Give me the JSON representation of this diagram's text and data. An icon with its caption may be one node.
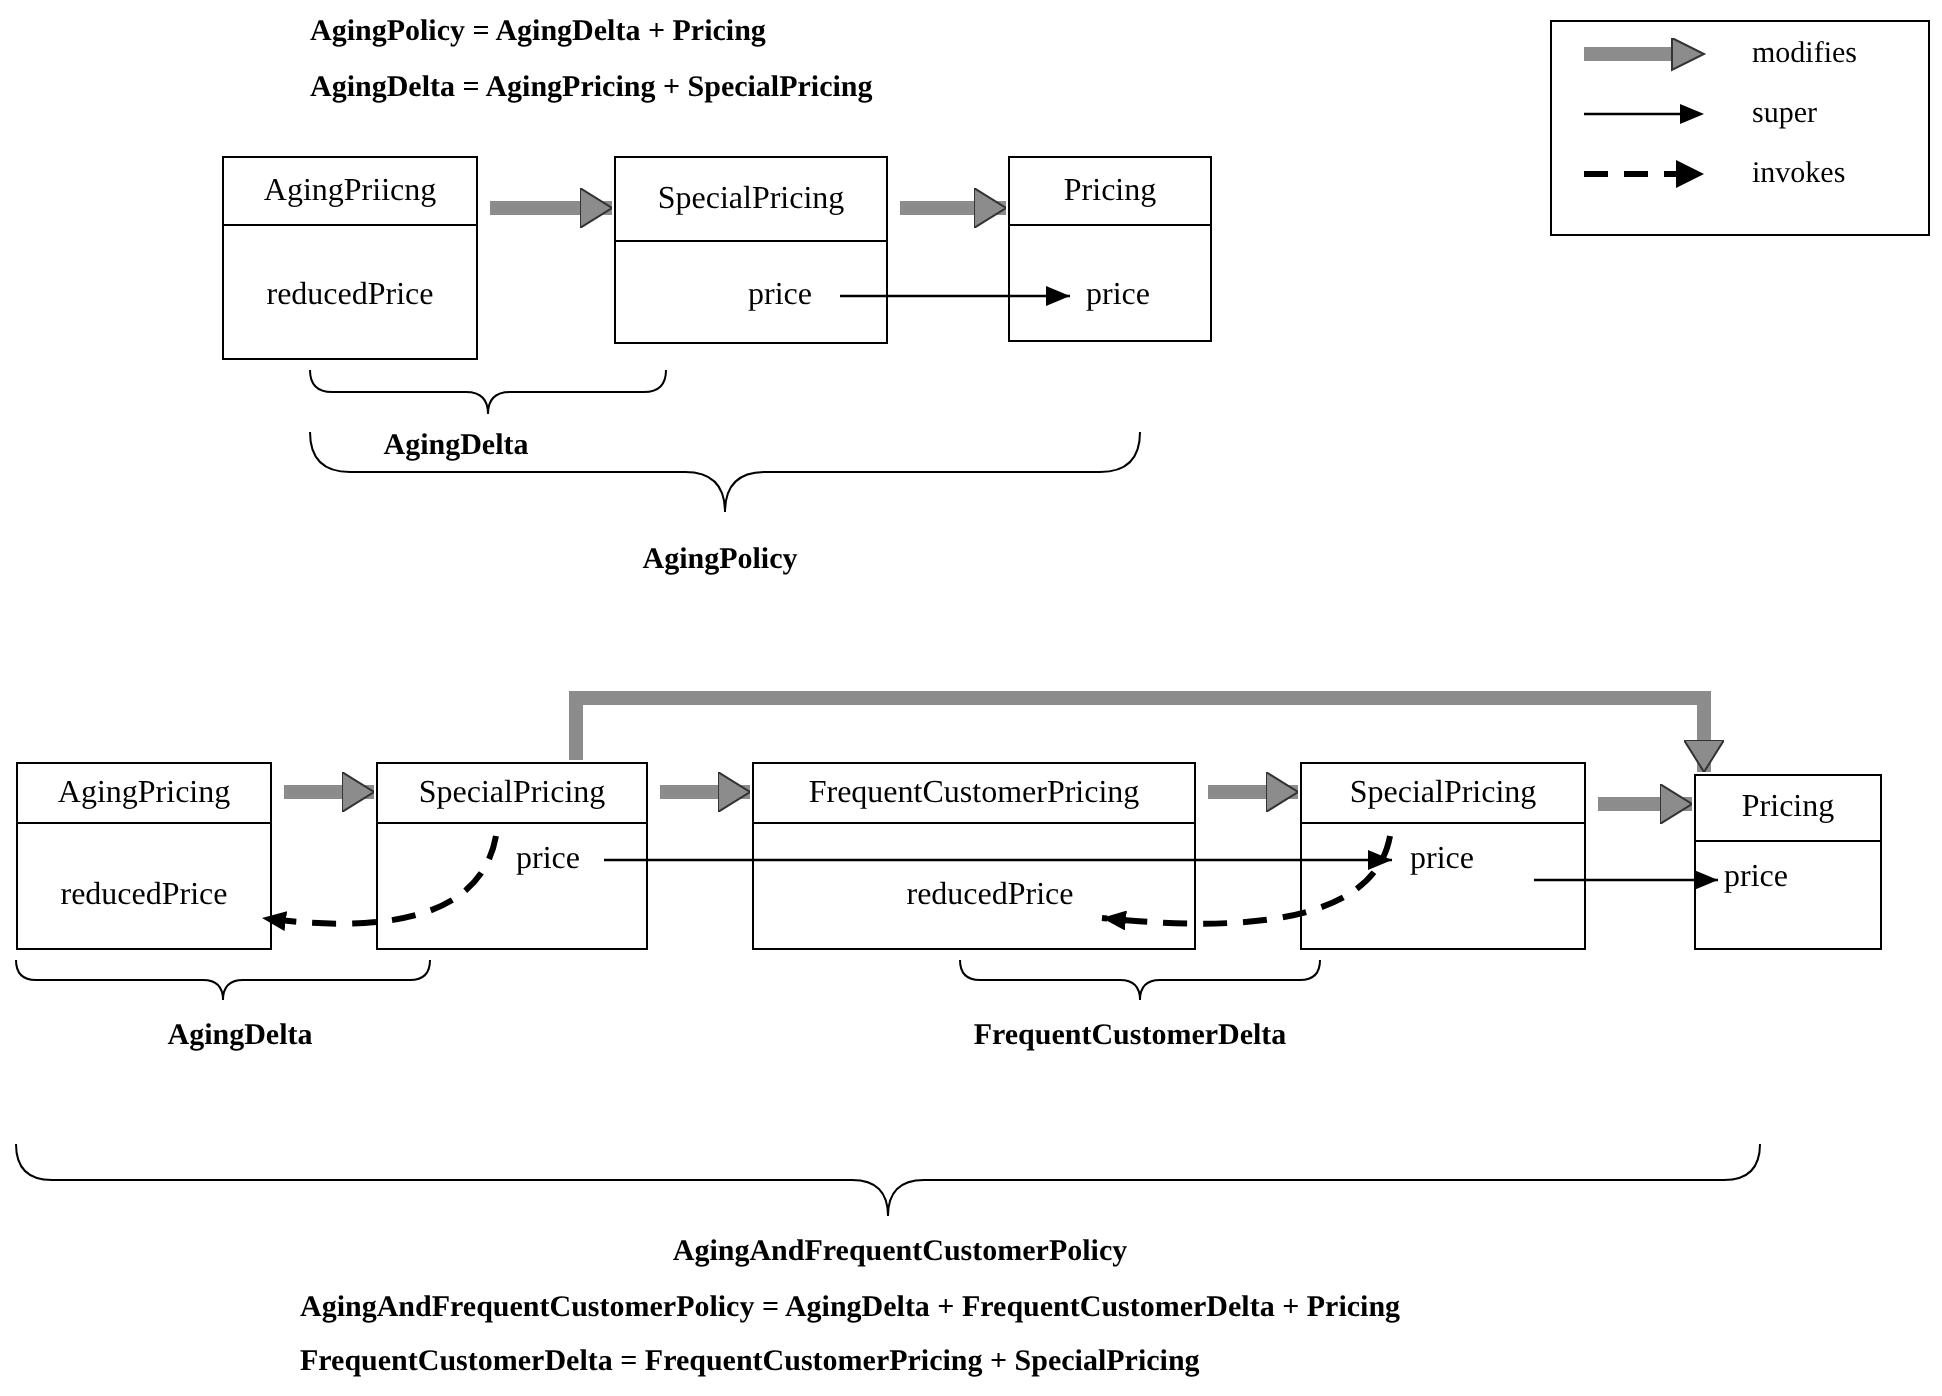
{
  "diagram": {
    "nodes": [
      {
        "text": [
          "AgingPriicng"
        ]
      },
      {
        "text": [
          "reducedPrice"
        ],
        "in": 0
      },
      {
        "text": [
          "SpecialPricing"
        ]
      },
      {
        "text": [
          "price"
        ],
        "in": 2
      },
      {
        "text": [
          "Pricing"
        ]
      },
      {
        "text": [
          "price"
        ],
        "in": 4
      },
      {
        "text": [
          "AgingPricing"
        ]
      },
      {
        "text": [
          "reducedPrice"
        ],
        "in": 6
      },
      {
        "text": [
          "SpecialPricing"
        ]
      },
      {
        "text": [
          "price"
        ],
        "in": 8
      },
      {
        "text": [
          "FrequentCustomerPricing"
        ]
      },
      {
        "text": [
          "reducedPrice"
        ],
        "in": 10
      },
      {
        "text": [
          "SpecialPricing"
        ]
      },
      {
        "text": [
          "price"
        ],
        "in": 12
      },
      {
        "text": [
          "Pricing"
        ]
      },
      {
        "text": [
          "price"
        ],
        "in": 14
      }
    ],
    "edges": [
      {
        "from": 0,
        "to": 2,
        "arrow": "to"
      },
      {
        "from": 2,
        "to": 4,
        "arrow": "to"
      },
      {
        "from": 3,
        "to": 5,
        "arrow": "to",
        "color": "#000000"
      },
      {
        "from": 6,
        "to": 8,
        "arrow": "to"
      },
      {
        "from": 8,
        "to": 10,
        "arrow": "to"
      },
      {
        "from": 10,
        "to": 12,
        "arrow": "to"
      },
      {
        "from": 12,
        "to": 14,
        "arrow": "to"
      },
      {
        "from": 8,
        "to": 14,
        "arrow": "to"
      },
      {
        "from": 9,
        "to": 13,
        "arrow": "to",
        "color": "#000000"
      },
      {
        "from": 13,
        "to": 15,
        "arrow": "to",
        "color": "#000000"
      },
      {
        "from": 9,
        "to": 7,
        "arrow": "to",
        "style": "dashed",
        "color": "#000000"
      },
      {
        "from": 13,
        "to": 11,
        "arrow": "to",
        "style": "dashed",
        "color": "#000000"
      }
    ],
    "labels": [
      "AgingPolicy = AgingDelta + Pricing",
      "AgingDelta = AgingPricing + SpecialPricing",
      "AgingDelta",
      "AgingPolicy",
      "AgingDelta",
      "FrequentCustomerDelta",
      "AgingAndFrequentCustomerPolicy",
      "AgingAndFrequentCustomerPolicy = AgingDelta + FrequentCustomerDelta + Pricing",
      "FrequentCustomerDelta = FrequentCustomerPricing + SpecialPricing"
    ],
    "legend": [
      {
        "text": "modifies"
      },
      {
        "text": "super"
      },
      {
        "text": "invokes"
      }
    ]
  }
}
